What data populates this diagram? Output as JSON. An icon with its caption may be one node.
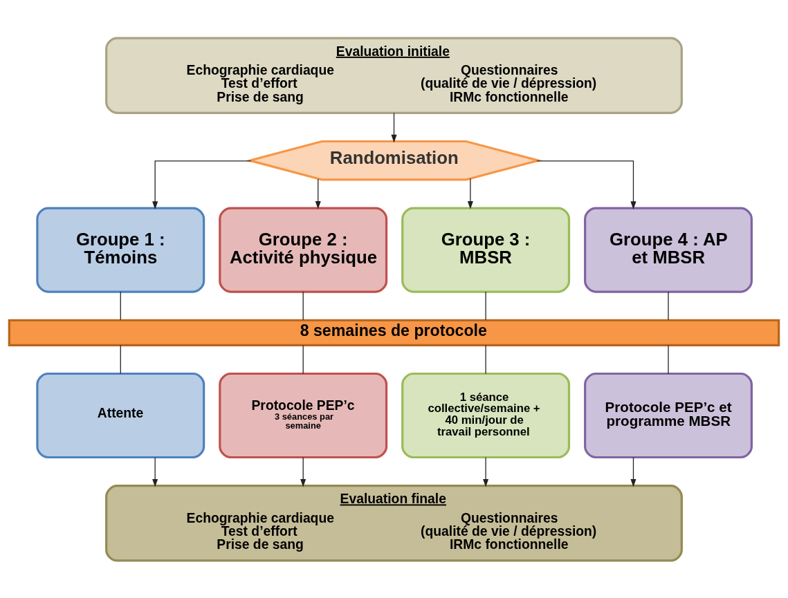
{
  "diagram": {
    "nodes": [
      {
        "text": [
          "Evaluation initiale",
          "Echographie cardiaque",
          "Test d’effort",
          "Prise de sang",
          "Questionnaires",
          "(qualité de vie / dépression)",
          "IRMc fonctionnelle"
        ]
      },
      {
        "text": [
          "Randomisation"
        ]
      },
      {
        "text": [
          "Groupe 1 : Témoins"
        ]
      },
      {
        "text": [
          "Groupe 2 : Activité physique"
        ]
      },
      {
        "text": [
          "Groupe 3 : MBSR"
        ]
      },
      {
        "text": [
          "Groupe 4 : AP et MBSR"
        ]
      },
      {
        "text": [
          "8 semaines de protocole"
        ]
      },
      {
        "text": [
          "Attente"
        ]
      },
      {
        "text": [
          "Protocole PEP’c",
          "3 séances par semaine"
        ]
      },
      {
        "text": [
          "1 séance collective/semaine + 40 min/jour de travail personnel"
        ]
      },
      {
        "text": [
          "Protocole PEP’c et programme MBSR"
        ]
      },
      {
        "text": [
          "Evaluation finale",
          "Echographie cardiaque",
          "Test d’effort",
          "Prise de sang",
          "Questionnaires",
          "(qualité de vie / dépression)",
          "IRMc fonctionnelle"
        ]
      }
    ],
    "edges": [
      {
        "from": 0,
        "to": 1,
        "arrow": "to"
      },
      {
        "from": 1,
        "to": 2,
        "arrow": "to"
      },
      {
        "from": 1,
        "to": 3,
        "arrow": "to"
      },
      {
        "from": 1,
        "to": 4,
        "arrow": "to"
      },
      {
        "from": 1,
        "to": 5,
        "arrow": "to"
      },
      {
        "from": 2,
        "to": 6,
        "arrow": "none"
      },
      {
        "from": 3,
        "to": 6,
        "arrow": "none"
      },
      {
        "from": 4,
        "to": 6,
        "arrow": "none"
      },
      {
        "from": 5,
        "to": 6,
        "arrow": "none"
      },
      {
        "from": 6,
        "to": 7,
        "arrow": "none"
      },
      {
        "from": 6,
        "to": 8,
        "arrow": "none"
      },
      {
        "from": 6,
        "to": 9,
        "arrow": "none"
      },
      {
        "from": 6,
        "to": 10,
        "arrow": "none"
      },
      {
        "from": 7,
        "to": 11,
        "arrow": "to"
      },
      {
        "from": 8,
        "to": 11,
        "arrow": "to"
      },
      {
        "from": 9,
        "to": 11,
        "arrow": "to"
      },
      {
        "from": 10,
        "to": 11,
        "arrow": "to"
      }
    ]
  }
}
